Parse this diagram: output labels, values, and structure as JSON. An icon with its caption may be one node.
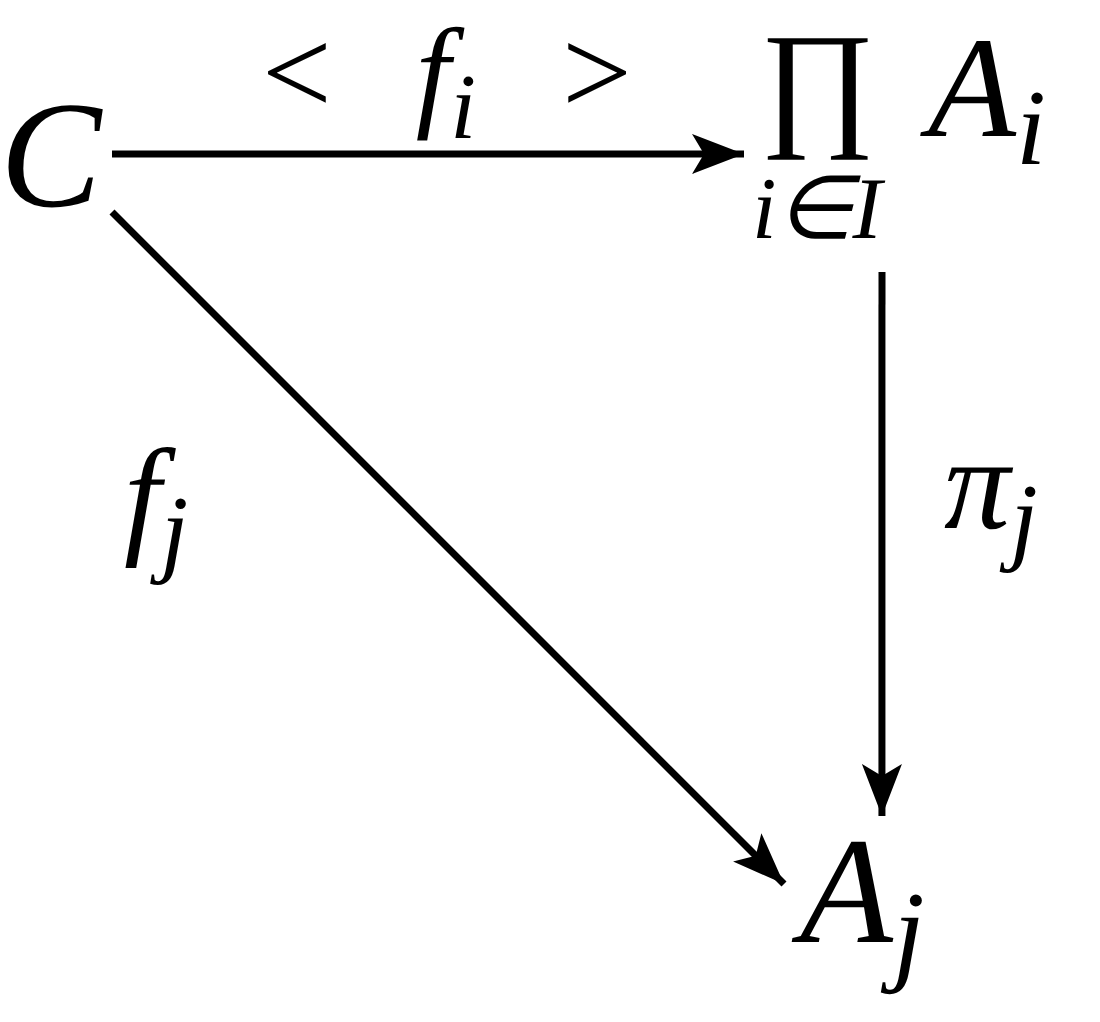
{
  "diagram": {
    "nodes": [
      {
        "text": [
          "C"
        ]
      },
      {
        "text": [
          "∏",
          "i∈I",
          "A$_{i}$"
        ]
      },
      {
        "text": [
          "A$_{j}$"
        ]
      }
    ],
    "edges": [
      {
        "from": 0,
        "to": 1,
        "arrow": "to",
        "label": "< f$_{i}$ >"
      },
      {
        "from": 1,
        "to": 2,
        "arrow": "to",
        "label": "π$_{j}$"
      },
      {
        "from": 0,
        "to": 2,
        "arrow": "to",
        "label": "f$_{j}$"
      }
    ]
  }
}
